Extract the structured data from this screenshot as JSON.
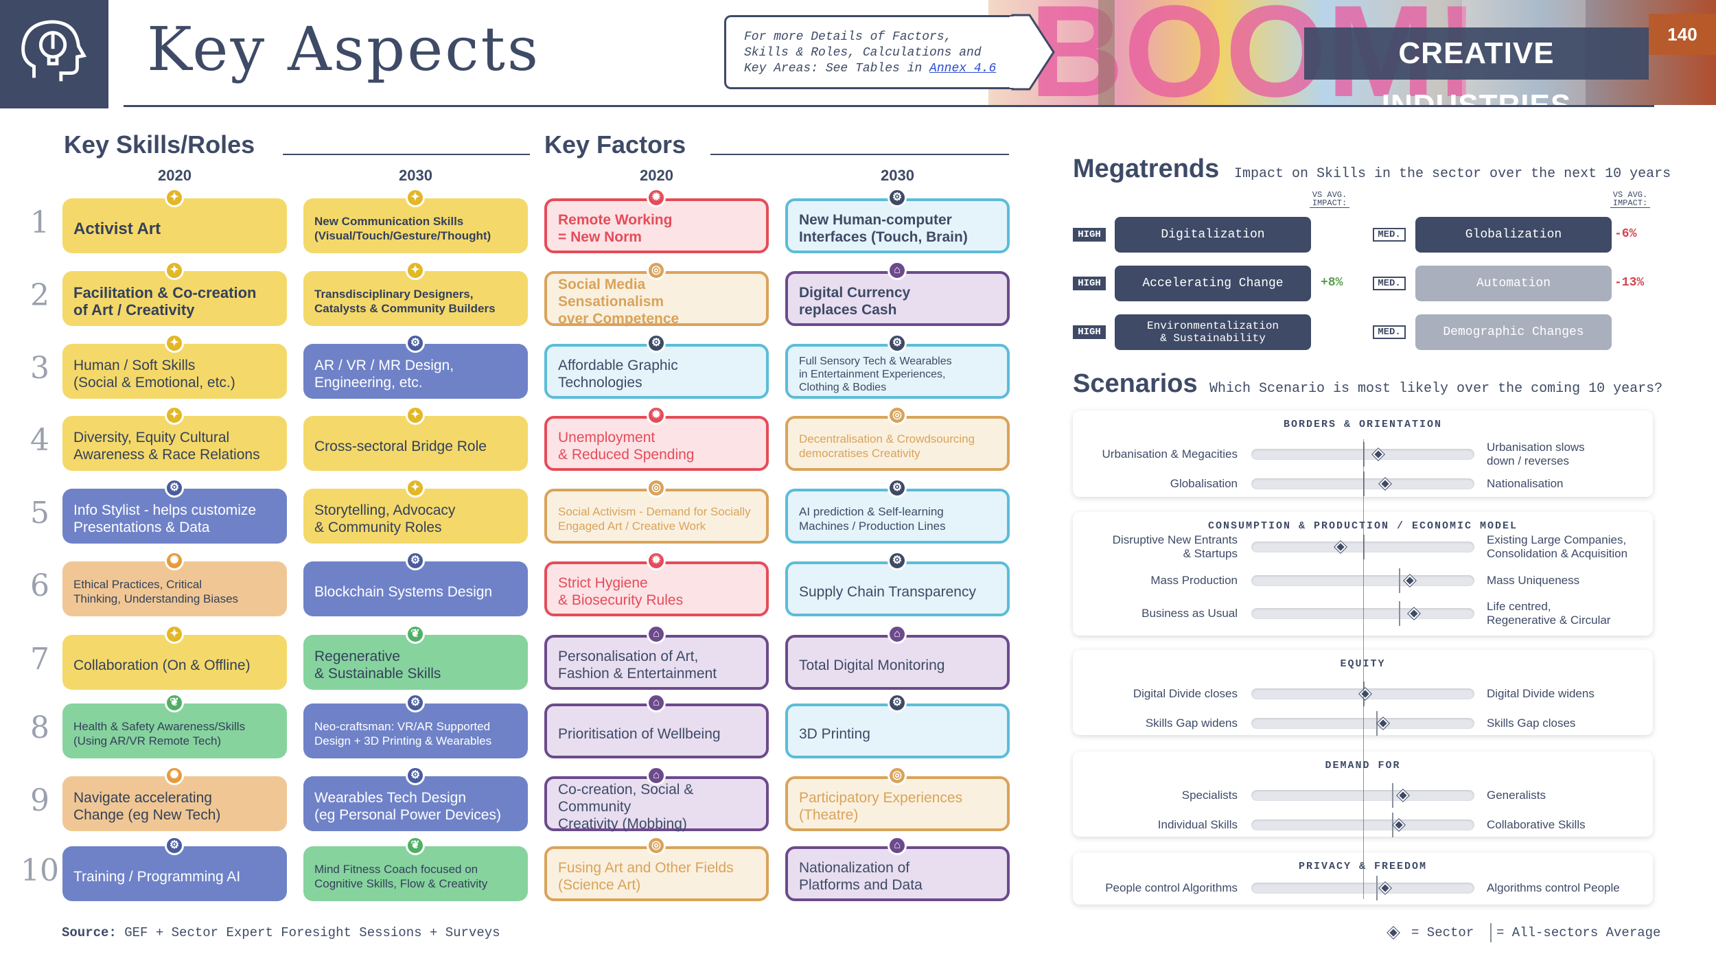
{
  "header": {
    "title": "Key Aspects",
    "note_line1": "For more Details of Factors,",
    "note_line2": "Skills & Roles, Calculations and",
    "note_line3_prefix": "Key Areas: See Tables in ",
    "note_link": "Annex 4.6",
    "sector": "CREATIVE INDUSTRIES",
    "page_number": "140"
  },
  "skills": {
    "title": "Key Skills/Roles",
    "col2020": "2020",
    "col2030": "2030"
  },
  "factors": {
    "title": "Key Factors",
    "col2020": "2020",
    "col2030": "2030"
  },
  "row_numbers": [
    "1",
    "2",
    "3",
    "4",
    "5",
    "6",
    "7",
    "8",
    "9",
    "10"
  ],
  "colors": {
    "yellow": "#f4d96a",
    "yellow_badge": "#e3b726",
    "blue": "#6f82c8",
    "blue_badge": "#4a5c9e",
    "orange": "#f0c794",
    "orange_badge": "#e89a3c",
    "green": "#86d39e",
    "green_badge": "#4fb065",
    "red_border": "#e54c58",
    "red_fill": "#fbe3e6",
    "tan_border": "#d9a35a",
    "tan_fill": "#faf0df",
    "sky_border": "#5bbcd9",
    "sky_fill": "#e4f4fa",
    "purple_border": "#6c4a8c",
    "purple_fill": "#e8def0",
    "navy": "#3e4a66"
  },
  "skills_2020": [
    {
      "l1": "Activist Art",
      "l2": "",
      "style": "yellow",
      "icon": "lightning-icon"
    },
    {
      "l1": "Facilitation & Co-creation",
      "l2": "of Art / Creativity",
      "style": "yellow",
      "icon": "lightning-icon"
    },
    {
      "l1": "Human / Soft Skills",
      "l2": "(Social & Emotional, etc.)",
      "style": "yellow",
      "icon": "lightning-icon"
    },
    {
      "l1": "Diversity, Equity Cultural",
      "l2": "Awareness & Race Relations",
      "style": "yellow",
      "icon": "lightning-icon"
    },
    {
      "l1": "Info Stylist - helps customize",
      "l2": "Presentations & Data",
      "style": "blue",
      "icon": "tech-icon"
    },
    {
      "l1": "Ethical Practices, Critical",
      "l2": "Thinking, Understanding Biases",
      "style": "orange",
      "icon": "bulb-icon"
    },
    {
      "l1": "Collaboration (On & Offline)",
      "l2": "",
      "style": "yellow",
      "icon": "lightning-icon"
    },
    {
      "l1": "Health & Safety Awareness/Skills",
      "l2": "(Using AR/VR Remote Tech)",
      "style": "green",
      "icon": "leaf-icon"
    },
    {
      "l1": "Navigate accelerating",
      "l2": "Change (eg New Tech)",
      "style": "orange",
      "icon": "bulb-icon"
    },
    {
      "l1": "Training / Programming AI",
      "l2": "",
      "style": "blue",
      "icon": "tech-icon"
    }
  ],
  "skills_2030": [
    {
      "l1": "New Communication Skills",
      "l2": "(Visual/Touch/Gesture/Thought)",
      "style": "yellow",
      "icon": "lightning-icon"
    },
    {
      "l1": "Transdisciplinary Designers,",
      "l2": "Catalysts & Community Builders",
      "style": "yellow",
      "icon": "lightning-icon"
    },
    {
      "l1": "AR / VR / MR Design,",
      "l2": "Engineering, etc.",
      "style": "blue",
      "icon": "tech-icon"
    },
    {
      "l1": "Cross-sectoral Bridge Role",
      "l2": "",
      "style": "yellow",
      "icon": "lightning-icon"
    },
    {
      "l1": "Storytelling, Advocacy",
      "l2": "& Community Roles",
      "style": "yellow",
      "icon": "lightning-icon"
    },
    {
      "l1": "Blockchain Systems Design",
      "l2": "",
      "style": "blue",
      "icon": "tech-icon"
    },
    {
      "l1": "Regenerative",
      "l2": "& Sustainable Skills",
      "style": "green",
      "icon": "leaf-icon"
    },
    {
      "l1": "Neo-craftsman: VR/AR Supported",
      "l2": "Design + 3D Printing & Wearables",
      "style": "blue",
      "icon": "tech-icon"
    },
    {
      "l1": "Wearables Tech Design",
      "l2": "(eg Personal Power Devices)",
      "style": "blue",
      "icon": "tech-icon"
    },
    {
      "l1": "Mind Fitness Coach focused on",
      "l2": "Cognitive Skills, Flow & Creativity",
      "style": "green",
      "icon": "leaf-icon"
    }
  ],
  "factors_2020": [
    {
      "l1": "Remote Working",
      "l2": "= New Norm",
      "style": "red",
      "icon": "virus-icon"
    },
    {
      "l1": "Social Media Sensationalism",
      "l2": "over Competence",
      "style": "tan",
      "icon": "society-icon"
    },
    {
      "l1": "Affordable Graphic",
      "l2": "Technologies",
      "style": "sky",
      "icon": "tech-icon"
    },
    {
      "l1": "Unemployment",
      "l2": "& Reduced Spending",
      "style": "red",
      "icon": "virus-icon"
    },
    {
      "l1": "Social Activism - Demand for Socially",
      "l2": "Engaged Art / Creative Work",
      "style": "tan",
      "icon": "society-icon"
    },
    {
      "l1": "Strict Hygiene",
      "l2": "& Biosecurity Rules",
      "style": "red",
      "icon": "virus-icon"
    },
    {
      "l1": "Personalisation of Art,",
      "l2": "Fashion & Entertainment",
      "style": "purple",
      "icon": "economy-icon"
    },
    {
      "l1": "Prioritisation of Wellbeing",
      "l2": "",
      "style": "purple",
      "icon": "economy-icon"
    },
    {
      "l1": "Co-creation, Social & Community",
      "l2": "Creativity (Mobbing)",
      "style": "purple",
      "icon": "economy-icon"
    },
    {
      "l1": "Fusing Art and Other Fields",
      "l2": "(Science Art)",
      "style": "tan",
      "icon": "society-icon"
    }
  ],
  "factors_2030": [
    {
      "l1": "New Human-computer",
      "l2": "Interfaces (Touch, Brain)",
      "style": "sky",
      "icon": "tech-icon"
    },
    {
      "l1": "Digital Currency",
      "l2": "replaces Cash",
      "style": "purple",
      "icon": "economy-icon"
    },
    {
      "l1": "Full Sensory Tech & Wearables",
      "l2": "in Entertainment Experiences,",
      "l3": "Clothing & Bodies",
      "style": "sky",
      "icon": "tech-icon"
    },
    {
      "l1": "Decentralisation & Crowdsourcing",
      "l2": "democratises Creativity",
      "style": "tan",
      "icon": "society-icon"
    },
    {
      "l1": "AI prediction & Self-learning",
      "l2": "Machines / Production Lines",
      "style": "sky",
      "icon": "tech-icon"
    },
    {
      "l1": "Supply Chain Transparency",
      "l2": "",
      "style": "sky",
      "icon": "tech-icon"
    },
    {
      "l1": "Total Digital Monitoring",
      "l2": "",
      "style": "purple",
      "icon": "economy-icon"
    },
    {
      "l1": "3D Printing",
      "l2": "",
      "style": "sky",
      "icon": "tech-icon"
    },
    {
      "l1": "Participatory Experiences",
      "l2": "(Theatre)",
      "style": "tan",
      "icon": "society-icon"
    },
    {
      "l1": "Nationalization of",
      "l2": "Platforms and Data",
      "style": "purple",
      "icon": "economy-icon"
    }
  ],
  "megatrends": {
    "title": "Megatrends",
    "subtitle": "Impact on Skills in the sector over the next 10 years",
    "vs_line1": "VS AVG.",
    "vs_line2": "IMPACT:",
    "left": [
      {
        "level": "HIGH",
        "name": "Digitalization",
        "delta": ""
      },
      {
        "level": "HIGH",
        "name": "Accelerating Change",
        "delta": "+8%"
      },
      {
        "level": "HIGH",
        "name": "Environmentalization",
        "name2": "& Sustainability",
        "delta": ""
      }
    ],
    "right": [
      {
        "level": "MED.",
        "name": "Globalization",
        "delta": "-6%",
        "shade": "dark"
      },
      {
        "level": "MED.",
        "name": "Automation",
        "delta": "-13%",
        "shade": "light"
      },
      {
        "level": "MED.",
        "name": "Demographic Changes",
        "delta": "",
        "shade": "light"
      }
    ]
  },
  "scenarios": {
    "title": "Scenarios",
    "subtitle": "Which Scenario is most likely over the coming 10 years?",
    "panels": [
      {
        "title": "BORDERS & ORIENTATION",
        "rows": [
          {
            "left": "Urbanisation & Megacities",
            "right": "Urbanisation slows",
            "right2": "down / reverses",
            "sector": 0.57,
            "avg": 0.5
          },
          {
            "left": "Globalisation",
            "left2": "",
            "right": "Nationalisation",
            "sector": 0.6,
            "avg": 0.5
          }
        ]
      },
      {
        "title": "CONSUMPTION & PRODUCTION / ECONOMIC MODEL",
        "rows": [
          {
            "left": "Disruptive New Entrants",
            "left2": "& Startups",
            "right": "Existing Large Companies,",
            "right2": "Consolidation & Acquisition",
            "sector": 0.4,
            "avg": 0.5
          },
          {
            "left": "Mass Production",
            "right": "Mass Uniqueness",
            "sector": 0.71,
            "avg": 0.66
          },
          {
            "left": "Business as Usual",
            "right": "Life centred,",
            "right2": "Regenerative & Circular",
            "sector": 0.73,
            "avg": 0.66
          }
        ]
      },
      {
        "title": "EQUITY",
        "rows": [
          {
            "left": "Digital Divide closes",
            "right": "Digital Divide widens",
            "sector": 0.51,
            "avg": 0.5
          },
          {
            "left": "Skills Gap widens",
            "right": "Skills Gap closes",
            "sector": 0.59,
            "avg": 0.56
          }
        ]
      },
      {
        "title": "DEMAND FOR",
        "rows": [
          {
            "left": "Specialists",
            "right": "Generalists",
            "sector": 0.68,
            "avg": 0.63
          },
          {
            "left": "Individual Skills",
            "right": "Collaborative Skills",
            "sector": 0.66,
            "avg": 0.63
          }
        ]
      },
      {
        "title": "PRIVACY & FREEDOM",
        "rows": [
          {
            "left": "People control Algorithms",
            "right": "Algorithms control People",
            "sector": 0.6,
            "avg": 0.56
          }
        ]
      }
    ]
  },
  "footer": {
    "source_label": "Source:",
    "source_text": " GEF + Sector Expert Foresight Sessions + Surveys",
    "legend_sector": "= Sector",
    "legend_avg": "= All-sectors Average"
  }
}
